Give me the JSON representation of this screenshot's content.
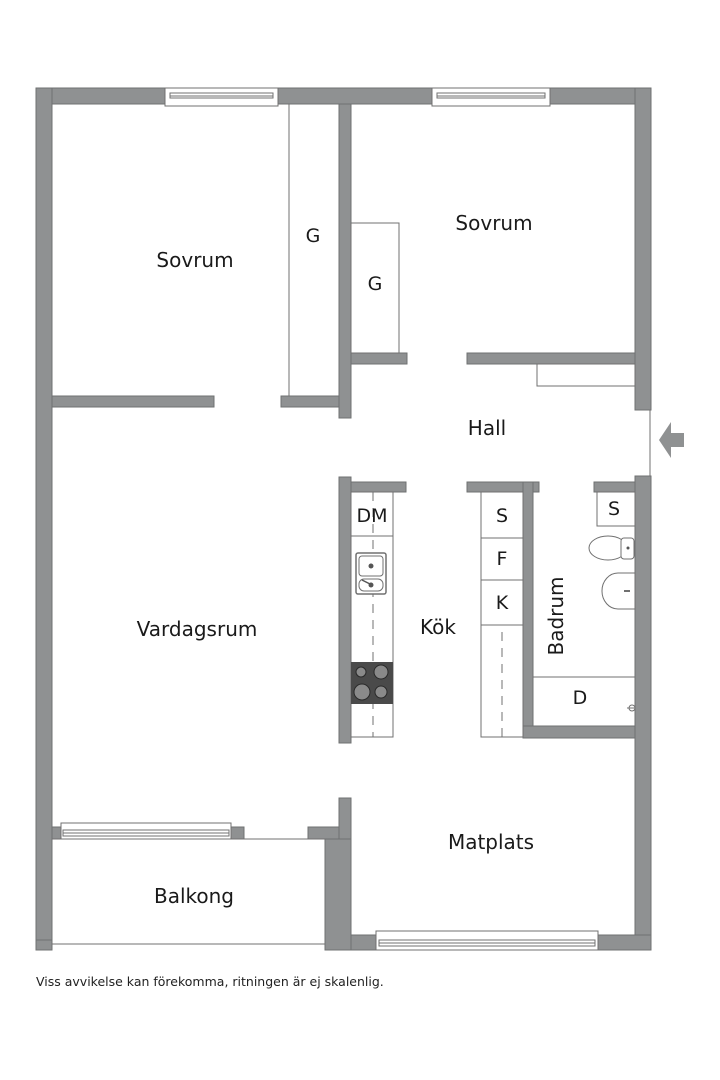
{
  "floorplan": {
    "rooms": {
      "sovrum_left": "Sovrum",
      "sovrum_right": "Sovrum",
      "hall": "Hall",
      "vardagsrum": "Vardagsrum",
      "kok": "Kök",
      "badrum": "Badrum",
      "matplats": "Matplats",
      "balkong": "Balkong"
    },
    "fixtures": {
      "wardrobe_left": "G",
      "wardrobe_right": "G",
      "dishwasher": "DM",
      "kitchen_cabinet": "S",
      "freezer": "F",
      "fridge": "K",
      "bath_cabinet": "S",
      "shower": "D"
    },
    "entrance_icon": "entrance-arrow-icon",
    "colors": {
      "wall": "#8f9192",
      "wall_stroke": "#6f7172",
      "line": "#707070",
      "stove": "#4a4a4a"
    }
  },
  "footer": {
    "disclaimer": "Viss avvikelse kan förekomma, ritningen är ej skalenlig."
  }
}
